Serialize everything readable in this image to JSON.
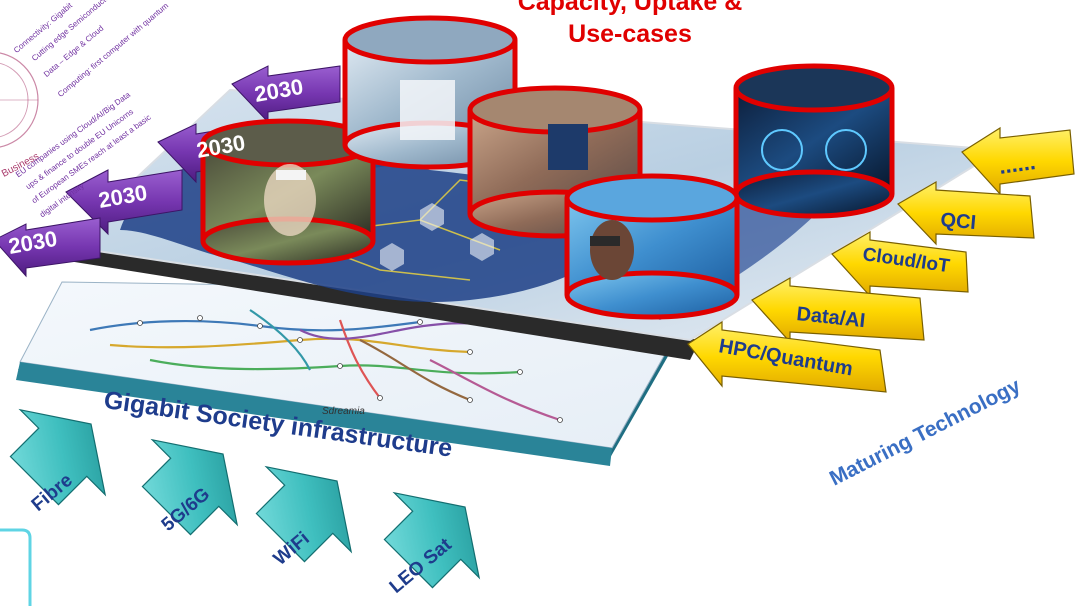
{
  "title_line1": "Capacity, Uptake &",
  "title_line2": "Use-cases",
  "infra_label": "Gigabit Society infrastructure",
  "maturing_label": "Maturing Technology",
  "left_arrows": [
    "2030",
    "2030",
    "2030",
    "2030"
  ],
  "bottom_arrows": [
    "Fibre",
    "5G/6G",
    "WiFi",
    "LEO Sat"
  ],
  "right_arrows": [
    "......",
    "QCI",
    "Cloud/IoT",
    "Data/AI",
    "HPC/Quantum"
  ],
  "corner_notes": {
    "line1": "Connectivity: Gigabit",
    "line2": "Cutting edge Semiconductors",
    "line3": "Data – Edge & Cloud",
    "line4": "Computing: first computer with quantum",
    "line5": "Business",
    "line6": "EU companies using Cloud/AI/Big Data",
    "line7": "ups & finance to double EU Unicorns",
    "line8": "of European SMEs reach at least a basic",
    "line9": "digital intensity"
  },
  "map_brand": "Sdreamia",
  "colors": {
    "title_red": "#e00000",
    "infra_blue": "#1e3c8c",
    "maturing_blue": "#3a6fc4",
    "arrow_purple": "#6a2fa0",
    "arrow_teal": "#3fbfbf",
    "arrow_yellow": "#ffd800",
    "cylinder_red": "#e00000"
  }
}
